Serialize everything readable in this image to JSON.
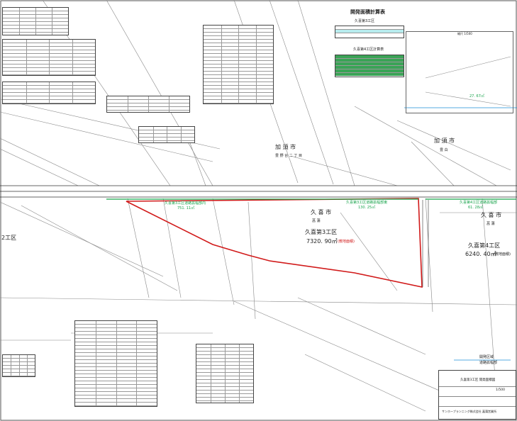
{
  "sheet": {
    "title": "開発面積計算表",
    "summary_heading_area3": "久喜第3工区",
    "summary_heading_area4": "久喜第4工区計算表",
    "city_kazo": "加 須 市",
    "district_kazo": "豊 野 台 二 丁 目",
    "city_kuki_center": "久 喜 市",
    "district_kuki_center": "菖 蒲",
    "city_kuki_right": "久 喜 市",
    "district_kuki_right": "菖 蒲",
    "city_kazo_right": "加 須 市",
    "district_kazo_right": "豊 白",
    "zone2_label": "2工区",
    "zone3_label": "久喜第3工区",
    "zone3_area": "7320. 90㎡",
    "zone3_note": "(敷地面積)",
    "zone4_label": "久喜第4工区",
    "zone4_area": "6240. 40㎡",
    "zone4_note": "(敷地面積)",
    "road_strip_left_label": "久喜第3工区道路拡幅部内",
    "road_strip_left_area": "751. 11㎡",
    "road_strip_mid_label": "久喜第3工区道路拡幅部東",
    "road_strip_mid_area": "130. 25㎡",
    "road_strip_right_label": "久喜第4工区道路拡幅部",
    "road_strip_right_area": "61. 28㎡",
    "side_area_label": "27. 67㎡",
    "scale_label": "縮尺 1/500",
    "legend": {
      "item1": "開発区域",
      "item2": "道路拡幅部"
    },
    "titleblock": {
      "project": "久喜第3工区 開発面積図",
      "company": "サンホープランニング株式会社 菖蒲営業所",
      "scale": "1/500"
    }
  }
}
